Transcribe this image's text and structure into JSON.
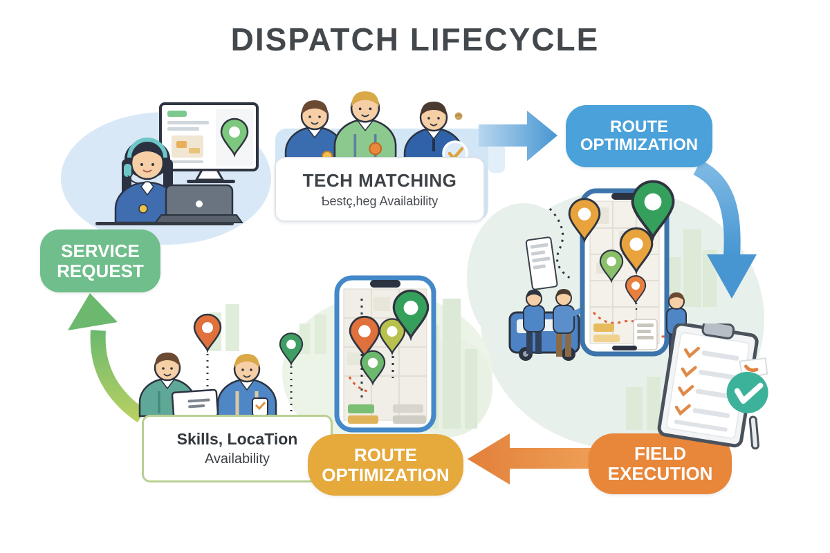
{
  "title": "DISPATCH LIFECYCLE",
  "palette": {
    "title_text": "#43484d",
    "background": "#ffffff",
    "arrow_blue": "#4796d2",
    "arrow_orange": "#e8873b",
    "arrow_green": "#6cb96d",
    "pin_green": "#35a05c",
    "pin_orange": "#e8a33c",
    "check_teal": "#3cb29a"
  },
  "nodes": {
    "service_request": {
      "line1": "SERVICE",
      "line2": "REQUEST",
      "color": "#6fbe8b"
    },
    "route_optimization_top": {
      "line1": "ROUTE",
      "line2": "OPTIMIZATION",
      "color": "#4ba1d9"
    },
    "field_execution": {
      "line1": "FIELD",
      "line2": "EXECUTION",
      "color": "#e8863a"
    },
    "route_optimization_bottom": {
      "line1": "ROUTE",
      "line2": "OPTIMIZATION",
      "color": "#e5a93c"
    }
  },
  "cards": {
    "tech_matching": {
      "title": "TECH MATCHING",
      "subtitle": "Ƅestç,heg Availability"
    },
    "skills_note": {
      "line1": "Skills, LocaTion",
      "line2": "Availability"
    }
  }
}
